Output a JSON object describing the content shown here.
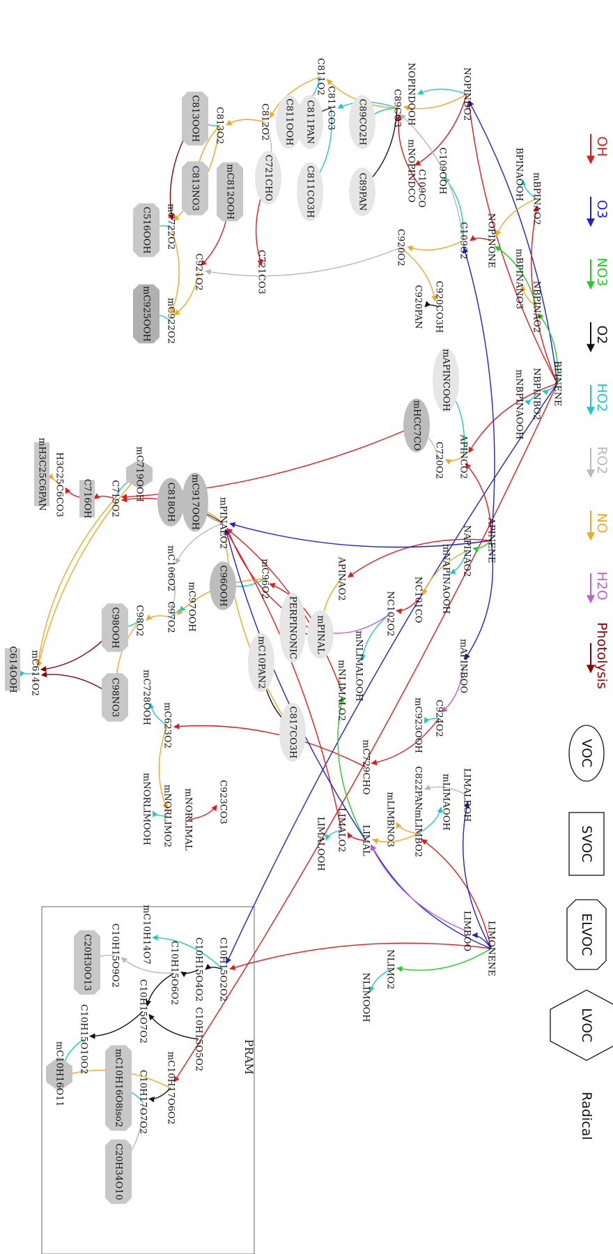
{
  "title": "",
  "legend": {
    "arrows": [
      {
        "label": "OH",
        "color": "#e31a1c"
      },
      {
        "label": "O3",
        "color": "#1f1fd6"
      },
      {
        "label": "NO3",
        "color": "#22cc22"
      },
      {
        "label": "O2",
        "color": "#111111"
      },
      {
        "label": "HO2",
        "color": "#1fc8c8"
      },
      {
        "label": "RO2",
        "color": "#b8b8b8"
      },
      {
        "label": "NO",
        "color": "#f5a623"
      },
      {
        "label": "H2O",
        "color": "#c060d0"
      },
      {
        "label": "Photolysis",
        "color": "#8b0000"
      }
    ],
    "shapes": [
      {
        "label": "VOC",
        "shape": "ellipse"
      },
      {
        "label": "SVOC",
        "shape": "box"
      },
      {
        "label": "ELVOC",
        "shape": "octagon"
      },
      {
        "label": "LVOC",
        "shape": "hexagon"
      },
      {
        "label": "Radical",
        "shape": "plain"
      }
    ]
  },
  "pram_label": "PRAM",
  "nodes": [
    {
      "label": "BPINENE",
      "type": "plain",
      "color": "#111111"
    },
    {
      "label": "APINENE",
      "type": "plain",
      "color": "#2222cc"
    },
    {
      "label": "LIMONENE",
      "type": "plain",
      "color": "#111111"
    },
    {
      "label": "NOPINONE",
      "type": "plain"
    },
    {
      "label": "NOPINDO2",
      "type": "plain"
    },
    {
      "label": "NOPINDOOH",
      "type": "plain"
    },
    {
      "label": "mNOPINDCO",
      "type": "plain"
    },
    {
      "label": "mBPINAO2",
      "type": "plain"
    },
    {
      "label": "BPINAOOH",
      "type": "plain"
    },
    {
      "label": "NBPINAO2",
      "type": "plain"
    },
    {
      "label": "mBPINANO3",
      "type": "plain"
    },
    {
      "label": "NBPINBO2",
      "type": "plain"
    },
    {
      "label": "mNBPINAOOH",
      "type": "plain"
    },
    {
      "label": "C109O2",
      "type": "plain"
    },
    {
      "label": "C109OOH",
      "type": "plain"
    },
    {
      "label": "C109CO",
      "type": "plain"
    },
    {
      "label": "C920O2",
      "type": "plain"
    },
    {
      "label": "C920CO3H",
      "type": "plain"
    },
    {
      "label": "C920PAN",
      "type": "plain"
    },
    {
      "label": "C89CO3",
      "type": "plain"
    },
    {
      "label": "C89CO2H",
      "type": "ellipse"
    },
    {
      "label": "C89PAN",
      "type": "ellipse"
    },
    {
      "label": "C811CO3",
      "type": "plain"
    },
    {
      "label": "C811PAN",
      "type": "ellipse"
    },
    {
      "label": "C811CO3H",
      "type": "ellipse"
    },
    {
      "label": "C811O2",
      "type": "plain"
    },
    {
      "label": "C811OOH",
      "type": "ellipse"
    },
    {
      "label": "C812O2",
      "type": "plain"
    },
    {
      "label": "C721CHO",
      "type": "ellipse"
    },
    {
      "label": "C721CO3",
      "type": "plain"
    },
    {
      "label": "C813O2",
      "type": "plain"
    },
    {
      "label": "C813OOH",
      "type": "octagon"
    },
    {
      "label": "C813NO3",
      "type": "octagon"
    },
    {
      "label": "mC812OOH",
      "type": "octagon"
    },
    {
      "label": "mC722O2",
      "type": "plain"
    },
    {
      "label": "C921O2",
      "type": "plain"
    },
    {
      "label": "C516OOH",
      "type": "octagon"
    },
    {
      "label": "mC922O2",
      "type": "plain"
    },
    {
      "label": "mC925OOH",
      "type": "octagon-dark"
    },
    {
      "label": "mAPINCOOH",
      "type": "ellipse"
    },
    {
      "label": "APINCO2",
      "type": "plain"
    },
    {
      "label": "C720O2",
      "type": "plain"
    },
    {
      "label": "mHCC7CO",
      "type": "ellipse-dark"
    },
    {
      "label": "mH3C25C6PAN",
      "type": "box"
    },
    {
      "label": "H3C25C6CO3",
      "type": "plain"
    },
    {
      "label": "C716OH",
      "type": "box"
    },
    {
      "label": "C719O2",
      "type": "plain"
    },
    {
      "label": "mC719OOH",
      "type": "hexagon"
    },
    {
      "label": "C818OH",
      "type": "ellipse-dark"
    },
    {
      "label": "mC917OOH",
      "type": "ellipse-dark"
    },
    {
      "label": "mPINALO2",
      "type": "plain"
    },
    {
      "label": "C96OOH",
      "type": "ellipse-dark"
    },
    {
      "label": "mC106O2",
      "type": "plain"
    },
    {
      "label": "mC97OOH",
      "type": "plain"
    },
    {
      "label": "C98O2",
      "type": "plain"
    },
    {
      "label": "C97O2",
      "type": "plain"
    },
    {
      "label": "C98OOH",
      "type": "octagon"
    },
    {
      "label": "C98NO3",
      "type": "octagon"
    },
    {
      "label": "mC614O2",
      "type": "plain"
    },
    {
      "label": "C614OOH",
      "type": "box"
    },
    {
      "label": "mC728OOH",
      "type": "plain"
    },
    {
      "label": "mC623O2",
      "type": "plain"
    },
    {
      "label": "mNORLIMOOH",
      "type": "plain"
    },
    {
      "label": "mNORLIMO2",
      "type": "plain"
    },
    {
      "label": "mNORLIMAL",
      "type": "plain"
    },
    {
      "label": "C923CO3",
      "type": "plain"
    },
    {
      "label": "mC96O2",
      "type": "plain"
    },
    {
      "label": "PERPINONIC",
      "type": "ellipse"
    },
    {
      "label": "mC10PAN2",
      "type": "ellipse"
    },
    {
      "label": "C817CO3H",
      "type": "ellipse"
    },
    {
      "label": "mPINAL",
      "type": "ellipse"
    },
    {
      "label": "APINAO2",
      "type": "plain"
    },
    {
      "label": "NAPINAO2",
      "type": "plain"
    },
    {
      "label": "mNAPINAOOH",
      "type": "plain"
    },
    {
      "label": "NC101CO",
      "type": "plain"
    },
    {
      "label": "NC102O2",
      "type": "plain"
    },
    {
      "label": "mNLIMALOOH",
      "type": "plain"
    },
    {
      "label": "mNLIMALO2",
      "type": "plain"
    },
    {
      "label": "mAPINBOO",
      "type": "plain"
    },
    {
      "label": "C924O2",
      "type": "plain"
    },
    {
      "label": "mC923OOH",
      "type": "plain"
    },
    {
      "label": "mC729CHO",
      "type": "plain"
    },
    {
      "label": "LIMALO2",
      "type": "plain"
    },
    {
      "label": "LIMALOOH",
      "type": "plain"
    },
    {
      "label": "LIMAL",
      "type": "plain"
    },
    {
      "label": "LIMALBOH",
      "type": "plain"
    },
    {
      "label": "C822PAN",
      "type": "plain"
    },
    {
      "label": "mLIMAOOH",
      "type": "plain"
    },
    {
      "label": "mLIMBNO3",
      "type": "plain"
    },
    {
      "label": "mLIMBO2",
      "type": "plain"
    },
    {
      "label": "LIMBOO",
      "type": "plain"
    },
    {
      "label": "NLIMO2",
      "type": "plain"
    },
    {
      "label": "NLIMOOH",
      "type": "plain"
    },
    {
      "label": "C10H15O2O2",
      "type": "plain"
    },
    {
      "label": "C10H15O4O2",
      "type": "plain"
    },
    {
      "label": "C10H15O6O2",
      "type": "plain"
    },
    {
      "label": "C10H15O5O2",
      "type": "plain"
    },
    {
      "label": "mC10H14O7",
      "type": "plain"
    },
    {
      "label": "C10H15O9O2",
      "type": "plain"
    },
    {
      "label": "C20H30O13",
      "type": "octagon"
    },
    {
      "label": "C10H15O7O2",
      "type": "plain"
    },
    {
      "label": "C10H15O10O2",
      "type": "plain"
    },
    {
      "label": "mC10H16O11",
      "type": "hexagon"
    },
    {
      "label": "mC10H16O8iso2",
      "type": "octagon"
    },
    {
      "label": "mC10H17O6O2",
      "type": "plain"
    },
    {
      "label": "C10H17O7O2",
      "type": "plain"
    },
    {
      "label": "C20H34O10",
      "type": "octagon"
    }
  ]
}
